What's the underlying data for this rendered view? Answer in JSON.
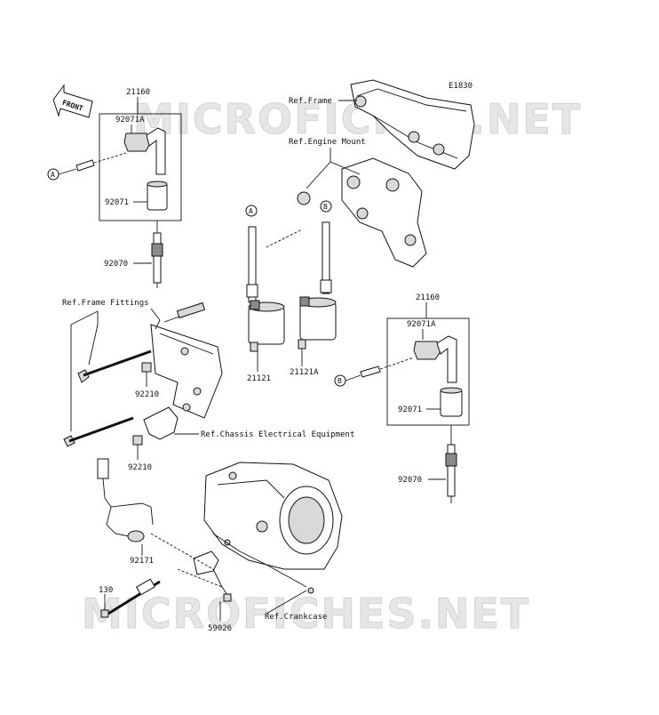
{
  "watermark": "MICROFICHES.NET",
  "diagram_code": "E1830",
  "front_label": "FRONT",
  "circle_markers": {
    "a": "A",
    "b": "B"
  },
  "refs": {
    "frame": "Ref.Frame",
    "engine_mount": "Ref.Engine Mount",
    "frame_fittings": "Ref.Frame Fittings",
    "chassis_electrical": "Ref.Chassis Electrical Equipment",
    "crankcase": "Ref.Crankcase"
  },
  "parts": {
    "p21160": "21160",
    "p92071A": "92071A",
    "p92071": "92071",
    "p92070": "92070",
    "p92210": "92210",
    "p21121": "21121",
    "p21121A": "21121A",
    "p92171": "92171",
    "p130": "130",
    "p59026": "59026"
  }
}
